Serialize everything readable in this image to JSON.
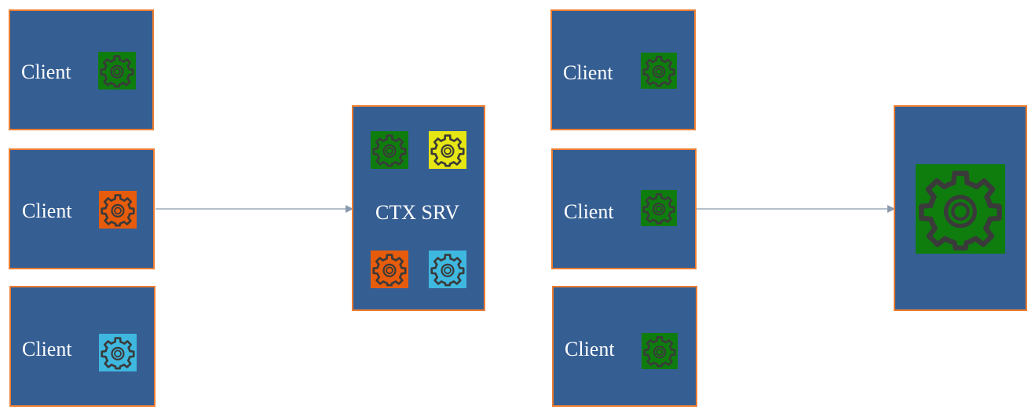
{
  "colors": {
    "box_fill": "#355e93",
    "box_border": "#ed7d31",
    "arrow": "#8a99ad",
    "gear_stroke": "#3a3a3a",
    "tile_green": "#0e7d0e",
    "tile_orange": "#e65c0c",
    "tile_cyan": "#3fb8e0",
    "tile_yellow": "#e6e614"
  },
  "left_diagram": {
    "clients": [
      {
        "label": "Client",
        "gear_color": "#0e7d0e",
        "gear_icon": "gear-icon"
      },
      {
        "label": "Client",
        "gear_color": "#e65c0c",
        "gear_icon": "gear-icon"
      },
      {
        "label": "Client",
        "gear_color": "#3fb8e0",
        "gear_icon": "gear-icon"
      }
    ],
    "server": {
      "label": "CTX SRV",
      "gears": [
        {
          "gear_color": "#0e7d0e",
          "gear_icon": "gear-icon"
        },
        {
          "gear_color": "#e6e614",
          "gear_icon": "gear-icon"
        },
        {
          "gear_color": "#e65c0c",
          "gear_icon": "gear-icon"
        },
        {
          "gear_color": "#3fb8e0",
          "gear_icon": "gear-icon"
        }
      ]
    }
  },
  "right_diagram": {
    "clients": [
      {
        "label": "Client",
        "gear_color": "#0e7d0e",
        "gear_icon": "gear-icon"
      },
      {
        "label": "Client",
        "gear_color": "#0e7d0e",
        "gear_icon": "gear-icon"
      },
      {
        "label": "Client",
        "gear_color": "#0e7d0e",
        "gear_icon": "gear-icon"
      }
    ],
    "server": {
      "label": "",
      "gears": [
        {
          "gear_color": "#0e7d0e",
          "gear_icon": "gear-icon"
        }
      ]
    }
  }
}
